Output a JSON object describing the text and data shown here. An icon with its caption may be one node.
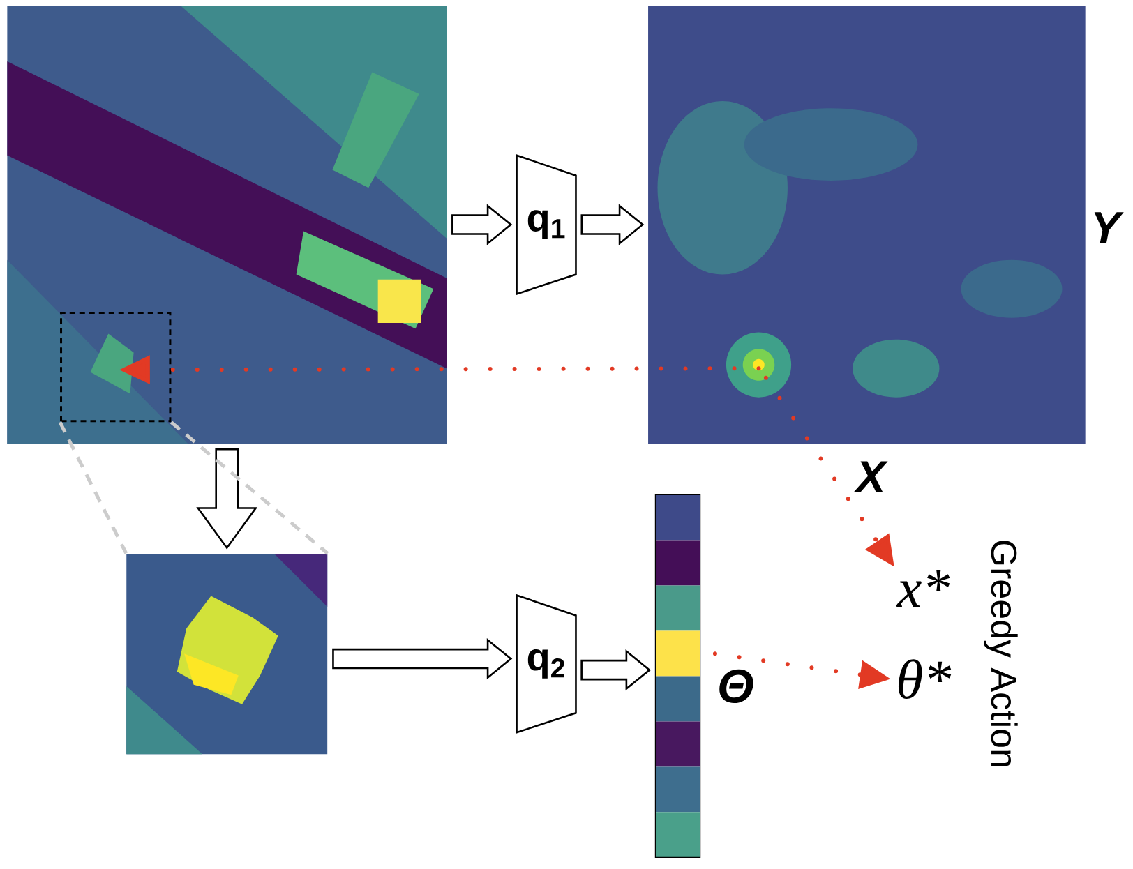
{
  "diagram": {
    "nodes": [
      {
        "text": [],
        "shape": "picture"
      },
      {
        "text": [
          "q$_{1}$"
        ]
      },
      {
        "text": [],
        "shape": "picture",
        "beside": [
          "Y",
          "X"
        ]
      },
      {
        "text": [],
        "shape": "picture"
      },
      {
        "text": [
          "q$_{2}$"
        ]
      },
      {
        "text": [],
        "shape": "bar",
        "beside": [
          "Θ"
        ]
      },
      {
        "text": [
          "x*"
        ]
      },
      {
        "text": [
          "θ*"
        ]
      },
      {
        "text": [],
        "shape": "box",
        "in": 0
      }
    ],
    "edges": [
      {
        "from": 0,
        "to": 1,
        "arrow": "to"
      },
      {
        "from": 1,
        "to": 2,
        "arrow": "to"
      },
      {
        "from": 0,
        "to": 3,
        "arrow": "to"
      },
      {
        "from": 3,
        "to": 4,
        "arrow": "to"
      },
      {
        "from": 4,
        "to": 5,
        "arrow": "to"
      },
      {
        "from": 2,
        "to": 8,
        "arrow": "to",
        "style": "dashed",
        "color": "#e23a24"
      },
      {
        "from": 2,
        "to": 6,
        "arrow": "to",
        "style": "dashed",
        "color": "#e23a24"
      },
      {
        "from": 5,
        "to": 7,
        "arrow": "to",
        "style": "dashed",
        "color": "#e23a24"
      },
      {
        "from": 8,
        "to": 3,
        "arrow": "none",
        "style": "dashed",
        "color": "#cccccc"
      },
      {
        "from": 8,
        "to": 3,
        "arrow": "none",
        "style": "dashed",
        "color": "#cccccc"
      }
    ],
    "labels": [
      "Greedy Action"
    ]
  }
}
